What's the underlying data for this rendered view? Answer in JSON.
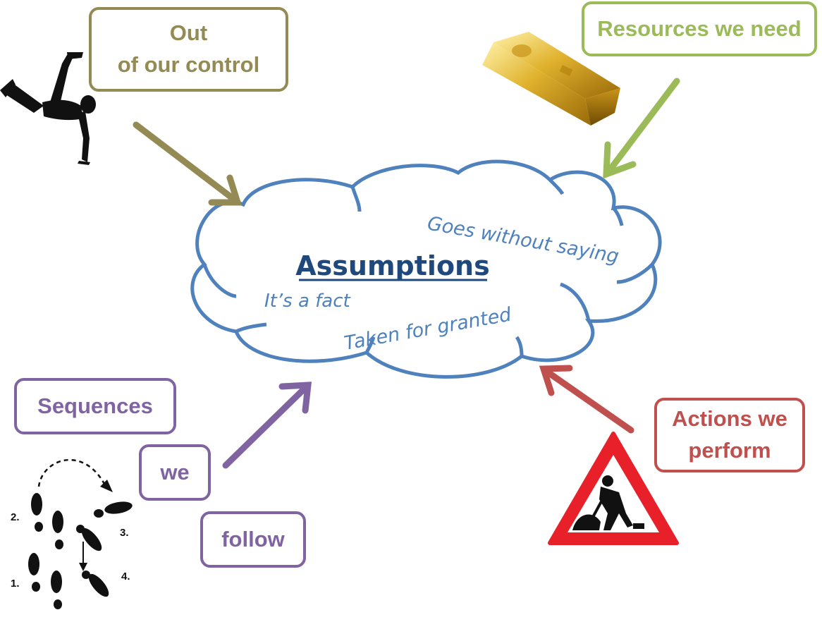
{
  "center": {
    "title": "Assumptions",
    "phrases": {
      "goes_without_saying": "Goes without saying",
      "its_a_fact": "It’s a fact",
      "taken_for_granted": "Taken for granted"
    }
  },
  "boxes": {
    "out_of_control": {
      "line1": "Out",
      "line2": "of our control"
    },
    "resources": {
      "label": "Resources we need"
    },
    "sequences": {
      "label": "Sequences"
    },
    "we": {
      "label": "we"
    },
    "follow": {
      "label": "follow"
    },
    "actions": {
      "line1": "Actions we",
      "line2": "perform"
    }
  },
  "colors": {
    "olive": "#948a54",
    "green": "#9bbb59",
    "purple": "#8064a2",
    "red": "#c0504d",
    "cloud": "#4f81bd",
    "title": "#1f497d"
  },
  "icons": [
    "dancer-silhouette-icon",
    "gold-bar-icon",
    "footsteps-dance-icon",
    "roadworks-sign-icon"
  ],
  "footstep_numbers": [
    "1.",
    "2.",
    "3.",
    "4."
  ]
}
